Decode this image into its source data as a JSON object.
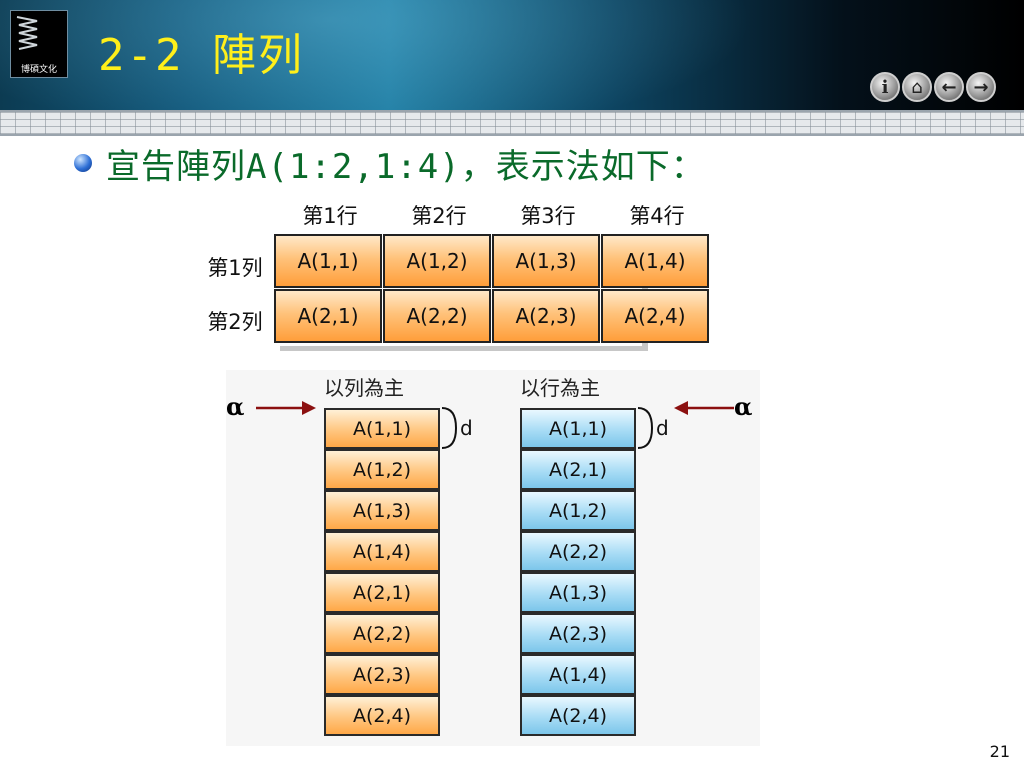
{
  "header": {
    "logo_text": "博碩文化",
    "title": "2-2 陣列",
    "nav_buttons": [
      {
        "icon": "info-icon",
        "glyph": "i"
      },
      {
        "icon": "home-icon",
        "glyph": "⌂"
      },
      {
        "icon": "back-arrow-icon",
        "glyph": "←"
      },
      {
        "icon": "forward-arrow-icon",
        "glyph": "→"
      }
    ]
  },
  "content": {
    "bullet_text": "宣告陣列A(1:2,1:4)，表示法如下："
  },
  "matrix": {
    "column_headers": [
      "第1行",
      "第2行",
      "第3行",
      "第4行"
    ],
    "row_headers": [
      "第1列",
      "第2列"
    ],
    "cells": [
      [
        "A(1,1)",
        "A(1,2)",
        "A(1,3)",
        "A(1,4)"
      ],
      [
        "A(2,1)",
        "A(2,2)",
        "A(2,3)",
        "A(2,4)"
      ]
    ]
  },
  "row_major": {
    "title": "以列為主",
    "alpha_label": "α",
    "d_label": "d",
    "cells": [
      "A(1,1)",
      "A(1,2)",
      "A(1,3)",
      "A(1,4)",
      "A(2,1)",
      "A(2,2)",
      "A(2,3)",
      "A(2,4)"
    ]
  },
  "column_major": {
    "title": "以行為主",
    "alpha_label": "α",
    "d_label": "d",
    "cells": [
      "A(1,1)",
      "A(2,1)",
      "A(1,2)",
      "A(2,2)",
      "A(1,3)",
      "A(2,3)",
      "A(1,4)",
      "A(2,4)"
    ]
  },
  "footer": {
    "page_number": "21"
  },
  "colors": {
    "title": "#ffef1a",
    "bullet_text": "#0a6a2a",
    "orange_cell": "#ffb25c",
    "blue_cell": "#a8dcf5",
    "arrow": "#8b1010"
  }
}
